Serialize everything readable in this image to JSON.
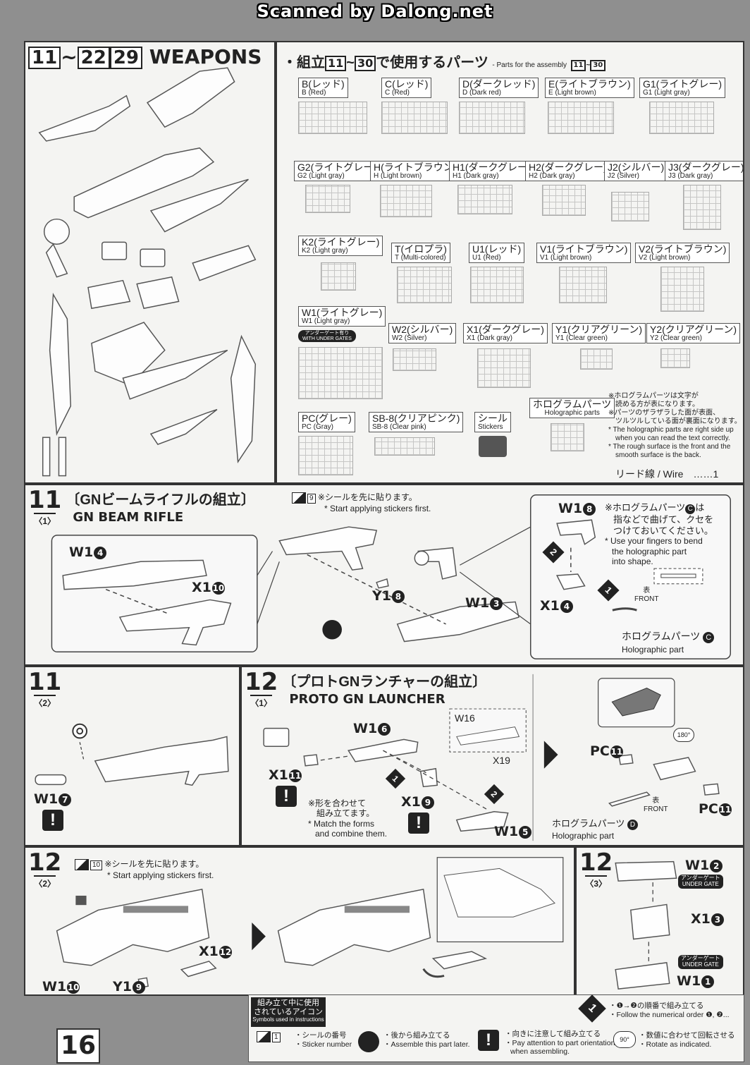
{
  "scanner_banner": "Scanned by Dalong.net",
  "page_number": "16",
  "weapons_header": {
    "step_a": "11",
    "tilde": "~",
    "step_b": "22",
    "step_c": "29",
    "label": "WEAPONS"
  },
  "parts_header": {
    "jp_prefix": "・組立",
    "step_from": "11",
    "tilde": "~",
    "step_to": "30",
    "jp_suffix": "で使用するパーツ",
    "en": "- Parts for the assembly",
    "en_from": "11",
    "en_tilde": "~",
    "en_to": "30"
  },
  "runners": [
    {
      "jp": "B(レッド)",
      "en": "B (Red)"
    },
    {
      "jp": "C(レッド)",
      "en": "C (Red)"
    },
    {
      "jp": "D(ダークレッド)",
      "en": "D (Dark red)"
    },
    {
      "jp": "E(ライトブラウン)",
      "en": "E (Light brown)"
    },
    {
      "jp": "G1(ライトグレー)",
      "en": "G1 (Light gray)"
    },
    {
      "jp": "G2(ライトグレー)",
      "en": "G2 (Light gray)"
    },
    {
      "jp": "H(ライトブラウン)",
      "en": "H (Light brown)"
    },
    {
      "jp": "H1(ダークグレー)",
      "en": "H1 (Dark gray)"
    },
    {
      "jp": "H2(ダークグレー)",
      "en": "H2 (Dark gray)"
    },
    {
      "jp": "J2(シルバー)",
      "en": "J2 (Silver)"
    },
    {
      "jp": "J3(ダークグレー)",
      "en": "J3 (Dark gray)"
    },
    {
      "jp": "K2(ライトグレー)",
      "en": "K2 (Light gray)"
    },
    {
      "jp": "T(イロプラ)",
      "en": "T (Multi-colored)"
    },
    {
      "jp": "U1(レッド)",
      "en": "U1 (Red)"
    },
    {
      "jp": "V1(ライトブラウン)",
      "en": "V1 (Light brown)"
    },
    {
      "jp": "V2(ライトブラウン)",
      "en": "V2 (Light brown)"
    },
    {
      "jp": "W1(ライトグレー)",
      "en": "W1 (Light gray)"
    },
    {
      "jp": "W2(シルバー)",
      "en": "W2 (Silver)"
    },
    {
      "jp": "X1(ダークグレー)",
      "en": "X1 (Dark gray)"
    },
    {
      "jp": "Y1(クリアグリーン)",
      "en": "Y1 (Clear green)"
    },
    {
      "jp": "Y2(クリアグリーン)",
      "en": "Y2 (Clear green)"
    },
    {
      "jp": "PC(グレー)",
      "en": "PC (Gray)"
    },
    {
      "jp": "SB-8(クリアピンク)",
      "en": "SB-8 (Clear pink)"
    },
    {
      "jp": "シール",
      "en": "Stickers"
    },
    {
      "jp": "ホログラムパーツ",
      "en": "Holographic parts"
    }
  ],
  "under_gate_badge": {
    "jp": "アンダーゲート有り",
    "en": "WITH UNDER GATES"
  },
  "holo_notes": {
    "jp1": "※ホログラムパーツは文字が",
    "jp2": "読める方が表になります。",
    "jp3": "※パーツのザラザラした面が表面、",
    "jp4": "ツルツルしている面が裏面になります。",
    "en1": "* The holographic parts are right side up",
    "en2": "when you can read the text correctly.",
    "en3": "* The rough surface is the front and the",
    "en4": "smooth surface is the back."
  },
  "wire": "リード線 / Wire　……1",
  "step11_1": {
    "num": "11",
    "sub": "〈1〉",
    "jp": "〔GNビームライフルの組立〕",
    "en": "GN BEAM RIFLE",
    "sticker_no": "9",
    "sticker_jp": "※シールを先に貼ります。",
    "sticker_en": "* Start applying stickers first.",
    "parts": {
      "w1_4": "W1",
      "w1_4c": "4",
      "x1_10": "X1",
      "x1_10c": "10",
      "y1_8": "Y1",
      "y1_8c": "8",
      "w1_3": "W1",
      "w1_3c": "3",
      "w1_8": "W1",
      "w1_8c": "8",
      "x1_4": "X1",
      "x1_4c": "4"
    },
    "order1": "1",
    "order2": "2",
    "holo_jp1": "※ホログラムパーツ",
    "holo_c": "C",
    "holo_jp2": "は",
    "holo_jp3": "指などで曲げて、クセを",
    "holo_jp4": "つけておいてください。",
    "holo_en1": "* Use your fingers to bend",
    "holo_en2": "the holographic part",
    "holo_en3": "into shape.",
    "front_jp": "表",
    "front_en": "FRONT",
    "holo_part_jp": "ホログラムパーツ",
    "holo_part_en": "Holographic part",
    "holo_part_c": "C"
  },
  "step11_2": {
    "num": "11",
    "sub": "〈2〉",
    "part": "W1",
    "part_c": "7"
  },
  "step12_1": {
    "num": "12",
    "sub": "〈1〉",
    "jp": "〔プロトGNランチャーの組立〕",
    "en": "PROTO GN LAUNCHER",
    "parts": {
      "w1_6": "W1",
      "w1_6c": "6",
      "x1_11": "X1",
      "x1_11c": "11",
      "x1_9": "X1",
      "x1_9c": "9",
      "w1_5": "W1",
      "w1_5c": "5",
      "pc11a": "PC",
      "pc11ac": "11",
      "pc11b": "PC",
      "pc11bc": "11",
      "inset_w1_6": "W1",
      "inset_w1_6c": "6",
      "inset_x1_9": "X1",
      "inset_x1_9c": "9"
    },
    "order1": "1",
    "order2": "2",
    "match_jp1": "※形を合わせて",
    "match_jp2": "組み立てます。",
    "match_en1": "* Match the forms",
    "match_en2": "and combine them.",
    "rotate": "180°",
    "front_jp": "表",
    "front_en": "FRONT",
    "holo_part_jp": "ホログラムパーツ",
    "holo_part_en": "Holographic part",
    "holo_part_d": "D"
  },
  "step12_2": {
    "num": "12",
    "sub": "〈2〉",
    "sticker_no": "10",
    "sticker_jp": "※シールを先に貼ります。",
    "sticker_en": "* Start applying stickers first.",
    "parts": {
      "w1_10": "W1",
      "w1_10c": "10",
      "x1_12": "X1",
      "x1_12c": "12",
      "y1_9": "Y1",
      "y1_9c": "9"
    }
  },
  "step12_3": {
    "num": "12",
    "sub": "〈3〉",
    "parts": {
      "w1_2": "W1",
      "w1_2c": "2",
      "x1_3": "X1",
      "x1_3c": "3",
      "w1_1": "W1",
      "w1_1c": "1"
    },
    "under_gate_jp": "アンダーゲート",
    "under_gate_en": "UNDER GATE"
  },
  "legend": {
    "title_jp1": "組み立て中に使用",
    "title_jp2": "されているアイコン",
    "title_en": "Symbols used in instructions",
    "sticker_no": "1",
    "sticker_jp": "・シールの番号",
    "sticker_en": "・Sticker number",
    "later_jp": "・後から組み立てる",
    "later_en": "・Assemble this part later.",
    "orient_jp": "・向きに注意して組み立てる",
    "orient_en1": "・Pay attention to part orientation",
    "orient_en2": "when assembling.",
    "order_jp": "・❶→❷の順番で組み立てる",
    "order_en": "・Follow the numerical order ❶, ❷...",
    "rotate_deg": "90°",
    "rotate_jp": "・数値に合わせて回転させる",
    "rotate_en": "・Rotate as indicated."
  }
}
